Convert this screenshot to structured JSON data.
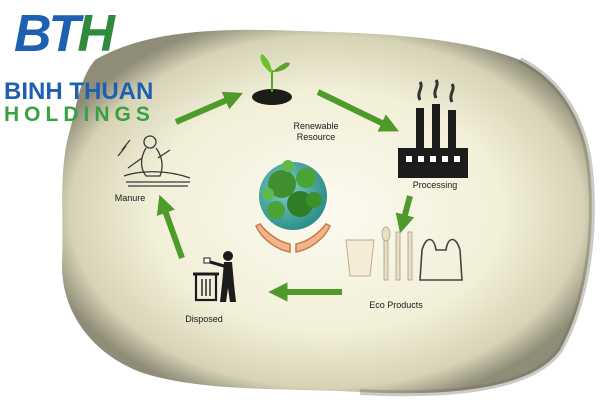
{
  "brand": {
    "logo_letters": "BTH",
    "name_line1": "BINH THUAN",
    "name_line2": "HOLDINGS",
    "colors": {
      "blue": "#1d5fb0",
      "green": "#3aa043"
    }
  },
  "cycle": {
    "nodes": [
      {
        "id": "renewable",
        "label_lines": [
          "Renewable",
          "Resource"
        ],
        "icon": "seedling-soil-icon"
      },
      {
        "id": "processing",
        "label_lines": [
          "Processing"
        ],
        "icon": "factory-icon"
      },
      {
        "id": "eco-products",
        "label_lines": [
          "Eco Products"
        ],
        "icon": "cup-cutlery-bag-icon"
      },
      {
        "id": "disposed",
        "label_lines": [
          "Disposed"
        ],
        "icon": "trash-bin-person-icon"
      },
      {
        "id": "manure",
        "label_lines": [
          "Manure"
        ],
        "icon": "farmer-compost-icon"
      }
    ],
    "center_icon": "earth-in-hands-icon",
    "arrow_color": "#4e9a2a"
  }
}
